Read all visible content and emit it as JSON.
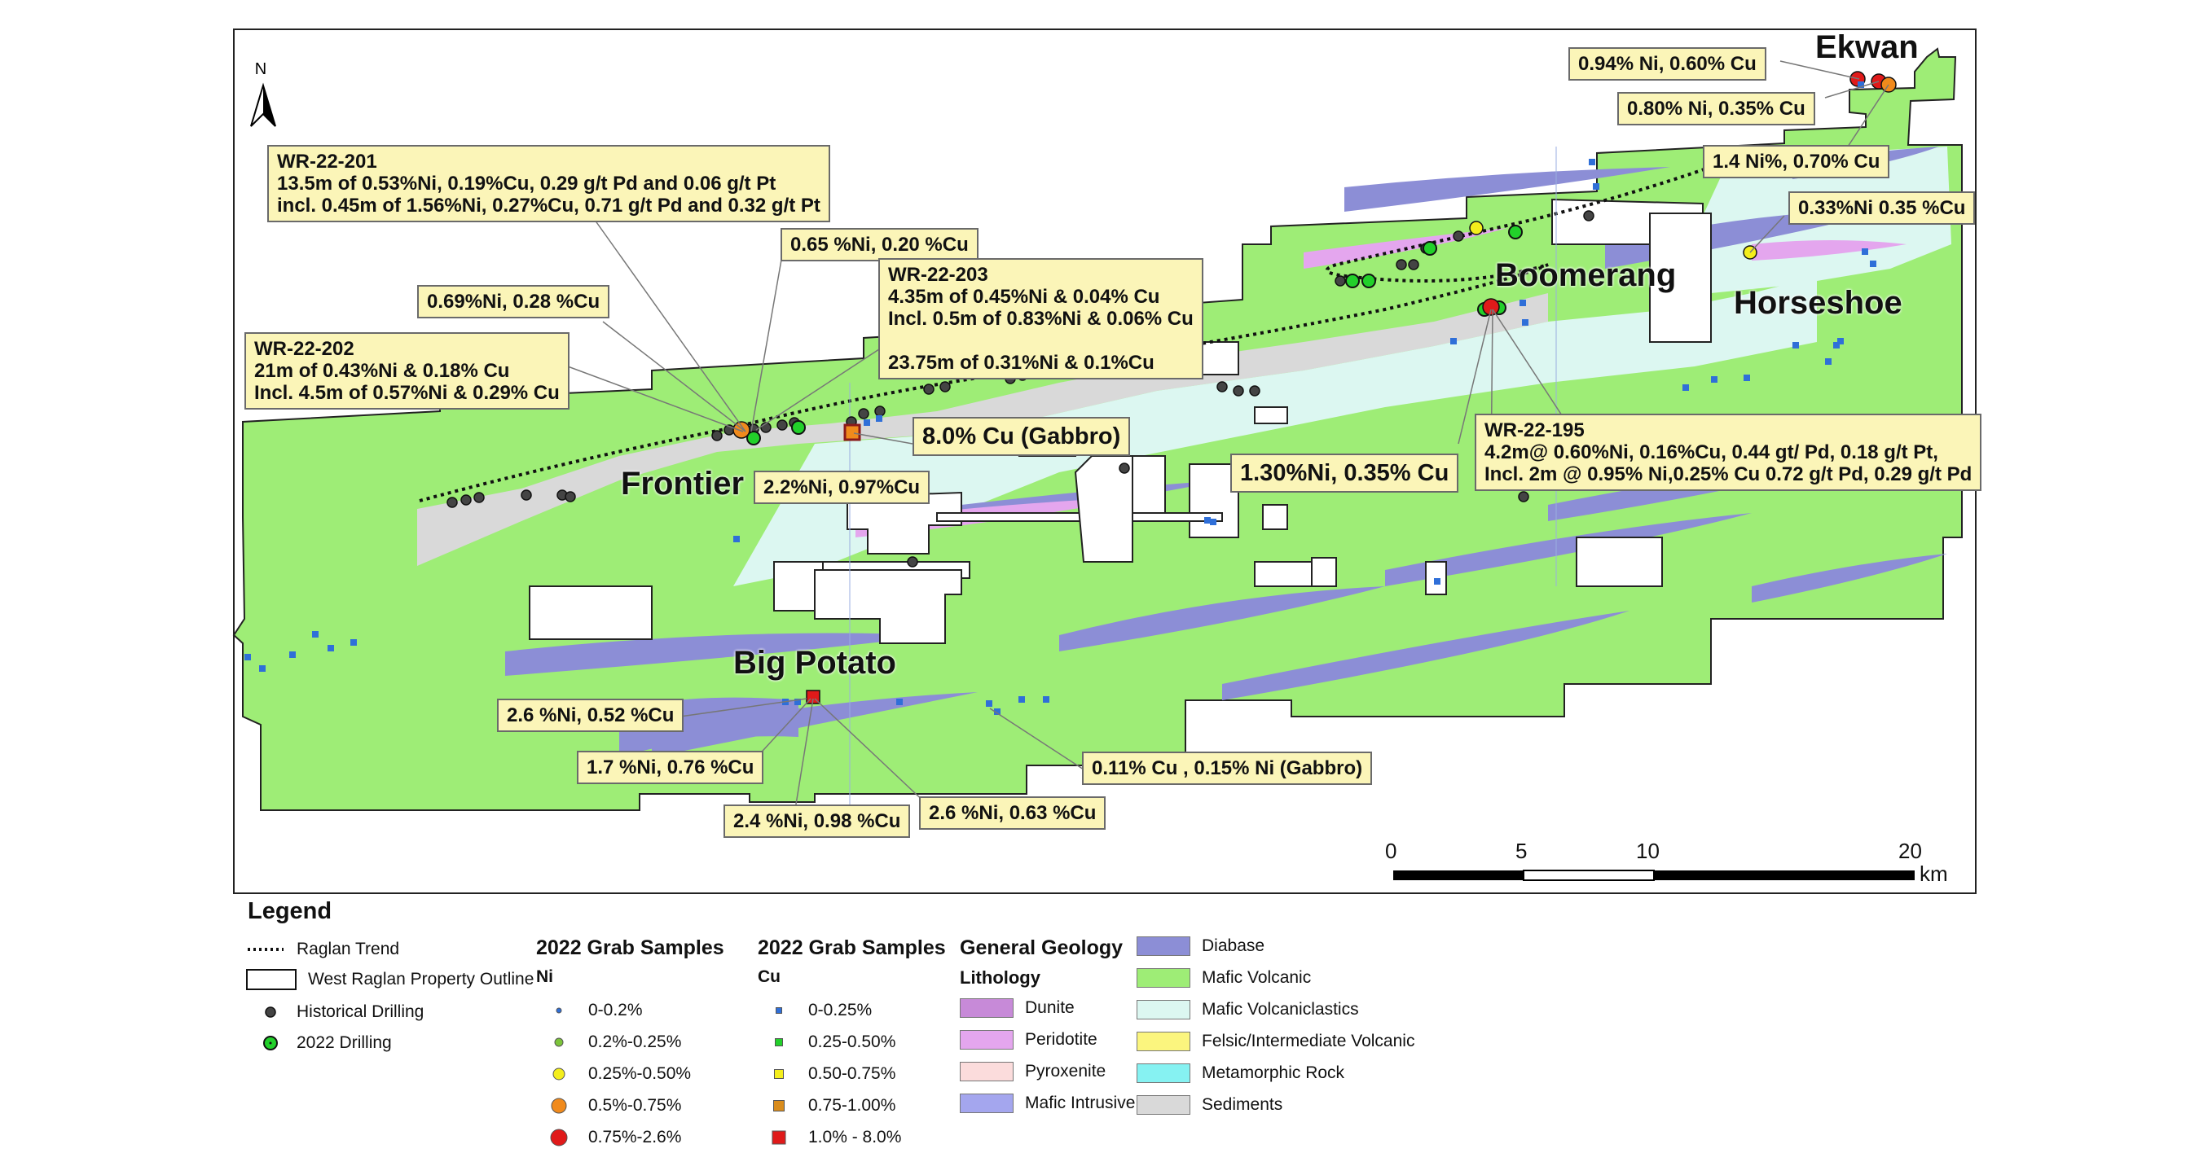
{
  "map": {
    "north_label": "N",
    "places": {
      "ekwan": "Ekwan",
      "boomerang": "Boomerang",
      "horseshoe": "Horseshoe",
      "frontier": "Frontier",
      "big_potato": "Big Potato"
    },
    "callouts": {
      "wr22_201": [
        "WR-22-201",
        "13.5m of 0.53%Ni, 0.19%Cu, 0.29 g/t Pd and 0.06 g/t Pt",
        " incl. 0.45m of 1.56%Ni, 0.27%Cu, 0.71 g/t Pd and 0.32 g/t Pt"
      ],
      "ni065": "0.65 %Ni, 0.20 %Cu",
      "wr22_203": [
        "WR-22-203",
        "4.35m of 0.45%Ni & 0.04% Cu",
        "Incl. 0.5m of 0.83%Ni & 0.06% Cu",
        "",
        "23.75m of 0.31%Ni & 0.1%Cu"
      ],
      "ni069": "0.69%Ni, 0.28 %Cu",
      "wr22_202": [
        "WR-22-202",
        "21m of 0.43%Ni & 0.18% Cu",
        "Incl. 4.5m of 0.57%Ni & 0.29% Cu"
      ],
      "cu8": "8.0% Cu (Gabbro)",
      "ni22": "2.2%Ni, 0.97%Cu",
      "ni094": "0.94% Ni,  0.60% Cu",
      "ni080": "0.80% Ni, 0.35% Cu",
      "ni14": "1.4 Ni%, 0.70% Cu",
      "ni033": "0.33%Ni 0.35 %Cu",
      "wr22_195": [
        "WR-22-195",
        "4.2m@ 0.60%Ni, 0.16%Cu, 0.44 gt/ Pd, 0.18 g/t Pt,",
        "Incl. 2m @ 0.95% Ni,0.25% Cu 0.72 g/t Pd, 0.29 g/t Pd"
      ],
      "ni130": "1.30%Ni, 0.35% Cu",
      "ni26a": "2.6 %Ni, 0.52 %Cu",
      "ni17": "1.7 %Ni, 0.76 %Cu",
      "ni24": "2.4 %Ni, 0.98 %Cu",
      "ni26b": "2.6 %Ni, 0.63 %Cu",
      "cu011": "0.11% Cu , 0.15% Ni (Gabbro)"
    },
    "scale": {
      "ticks": [
        "0",
        "5",
        "10",
        "20"
      ],
      "unit": "km"
    }
  },
  "legend": {
    "title": "Legend",
    "symbols": [
      "Raglan Trend",
      "West Raglan Property Outline",
      "Historical Drilling",
      "2022 Drilling"
    ],
    "ni": {
      "heading": "2022 Grab Samples",
      "sub": "Ni",
      "items": [
        {
          "label": "0-0.2%",
          "color": "#2f6fd8",
          "size": 3
        },
        {
          "label": "0.2%-0.25%",
          "color": "#7cc43a",
          "size": 5
        },
        {
          "label": "0.25%-0.50%",
          "color": "#f4ee1c",
          "size": 7
        },
        {
          "label": "0.5%-0.75%",
          "color": "#f08a1c",
          "size": 9
        },
        {
          "label": "0.75%-2.6%",
          "color": "#e01a1a",
          "size": 10
        }
      ]
    },
    "cu": {
      "heading": "2022 Grab Samples",
      "sub": "Cu",
      "items": [
        {
          "label": "0-0.25%",
          "color": "#2f6fd8",
          "size": 7
        },
        {
          "label": "0.25-0.50%",
          "color": "#22d02a",
          "size": 9
        },
        {
          "label": "0.50-0.75%",
          "color": "#f4ee1c",
          "size": 11
        },
        {
          "label": "0.75-1.00%",
          "color": "#d98c1c",
          "size": 13
        },
        {
          "label": "1.0% - 8.0%",
          "color": "#e01a1a",
          "size": 16
        }
      ]
    },
    "geology": {
      "heading": "General Geology",
      "sub": "Lithology",
      "col1": [
        {
          "label": "Dunite",
          "color": "#c78ad8"
        },
        {
          "label": "Peridotite",
          "color": "#e4a6ee"
        },
        {
          "label": "Pyroxenite",
          "color": "#fbdcdc"
        },
        {
          "label": "Mafic Intrusive",
          "color": "#a4a6ee"
        }
      ],
      "col2": [
        {
          "label": "Diabase",
          "color": "#8c8ed6"
        },
        {
          "label": "Mafic Volcanic",
          "color": "#9eed76"
        },
        {
          "label": "Mafic Volcaniclastics",
          "color": "#dcf7f1"
        },
        {
          "label": "Felsic/Intermediate Volcanic",
          "color": "#fbf57e"
        },
        {
          "label": "Metamorphic Rock",
          "color": "#86f2f2"
        },
        {
          "label": "Sediments",
          "color": "#d9d9d9"
        }
      ]
    }
  }
}
